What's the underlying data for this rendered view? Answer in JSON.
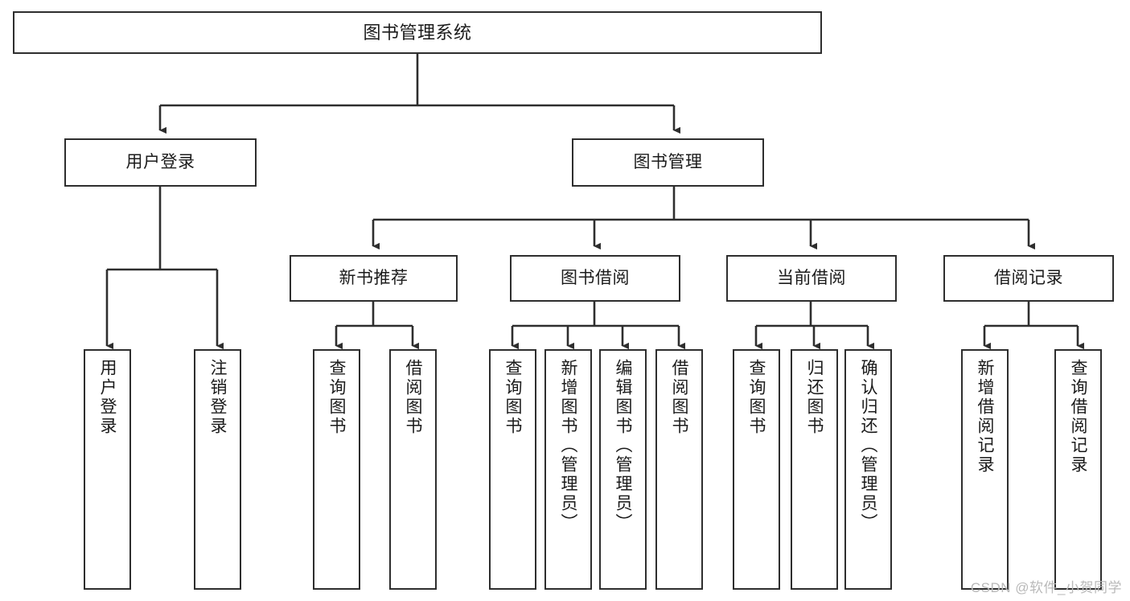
{
  "diagram": {
    "title": "图书管理系统",
    "type": "tree-hierarchy",
    "watermark": "CSDN @软件_小贺同学",
    "colors": {
      "stroke": "#2e2e2e",
      "fill": "#ffffff",
      "text": "#1b1b1b",
      "watermark": "#b9b9b9"
    }
  },
  "root": {
    "label": "图书管理系统"
  },
  "level1": [
    {
      "label": "用户登录"
    },
    {
      "label": "图书管理"
    }
  ],
  "level2": [
    {
      "label": "新书推荐"
    },
    {
      "label": "图书借阅"
    },
    {
      "label": "当前借阅"
    },
    {
      "label": "借阅记录"
    }
  ],
  "leaves": [
    {
      "label": "用户登录",
      "parent": "用户登录"
    },
    {
      "label": "注销登录",
      "parent": "用户登录"
    },
    {
      "label": "查询图书",
      "parent": "新书推荐"
    },
    {
      "label": "借阅图书",
      "parent": "新书推荐"
    },
    {
      "label": "查询图书",
      "parent": "图书借阅"
    },
    {
      "label": "新增图书（管理员）",
      "parent": "图书借阅"
    },
    {
      "label": "编辑图书（管理员）",
      "parent": "图书借阅"
    },
    {
      "label": "借阅图书",
      "parent": "图书借阅"
    },
    {
      "label": "查询图书",
      "parent": "当前借阅"
    },
    {
      "label": "归还图书",
      "parent": "当前借阅"
    },
    {
      "label": "确认归还（管理员）",
      "parent": "当前借阅"
    },
    {
      "label": "新增借阅记录",
      "parent": "借阅记录"
    },
    {
      "label": "查询借阅记录",
      "parent": "借阅记录"
    }
  ]
}
